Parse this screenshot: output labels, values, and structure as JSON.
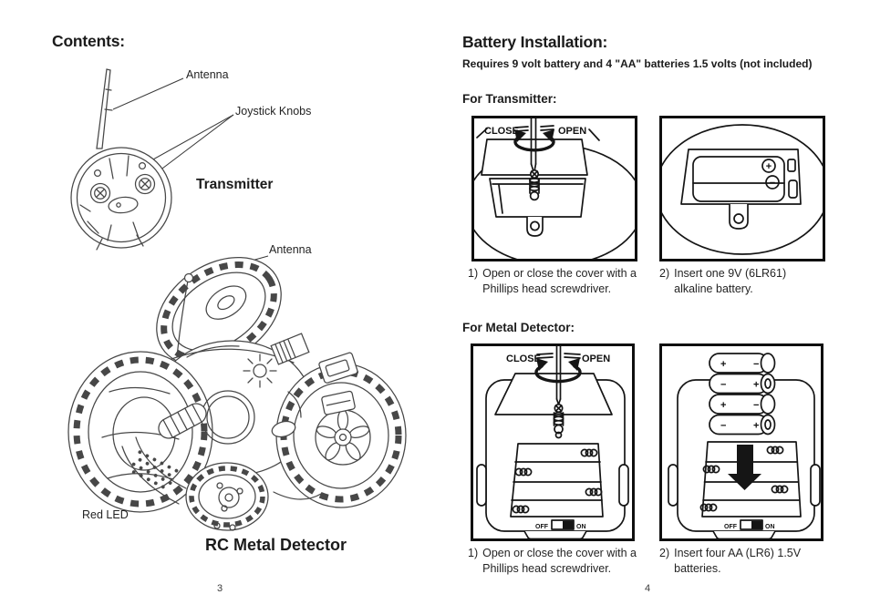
{
  "colors": {
    "ink": "#231f20",
    "paper": "#ffffff"
  },
  "left_page": {
    "heading": "Contents:",
    "labels": {
      "antenna_transmitter": "Antenna",
      "joystick_knobs": "Joystick Knobs",
      "transmitter": "Transmitter",
      "antenna_vehicle": "Antenna",
      "red_led": "Red LED",
      "vehicle_title": "RC Metal Detector"
    },
    "page_number": "3"
  },
  "right_page": {
    "heading": "Battery Installation:",
    "subheading": "Requires 9 volt battery and 4 \"AA\" batteries 1.5 volts (not included)",
    "transmitter_section": {
      "title": "For Transmitter:",
      "steps": [
        {
          "num": "1)",
          "text": "Open or close the cover with a Phillips head screwdriver."
        },
        {
          "num": "2)",
          "text": "Insert one 9V (6LR61) alkaline battery."
        }
      ]
    },
    "detector_section": {
      "title": "For Metal Detector:",
      "steps": [
        {
          "num": "1)",
          "text": "Open or close the cover with a Phillips head screwdriver."
        },
        {
          "num": "2)",
          "text": "Insert four AA (LR6) 1.5V batteries."
        }
      ]
    },
    "diagram_labels": {
      "close": "CLOSE",
      "open": "OPEN",
      "off": "OFF",
      "on": "ON"
    },
    "nine_volt": {
      "plus": "+",
      "minus": "−"
    },
    "aa_batteries": [
      {
        "left": "+",
        "right": "−"
      },
      {
        "left": "−",
        "right": "+"
      },
      {
        "left": "+",
        "right": "−"
      },
      {
        "left": "−",
        "right": "+"
      }
    ],
    "page_number": "4"
  }
}
